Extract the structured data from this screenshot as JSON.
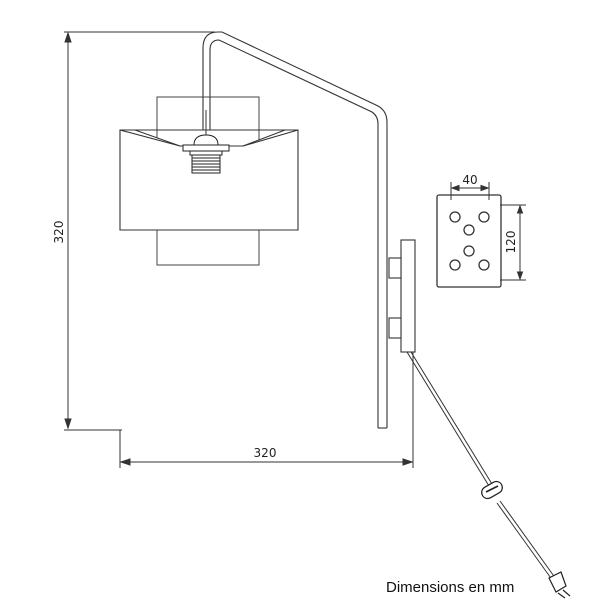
{
  "dimensions": {
    "height": "320",
    "width": "320",
    "plate_width": "40",
    "plate_height": "120"
  },
  "caption": "Dimensions en mm"
}
